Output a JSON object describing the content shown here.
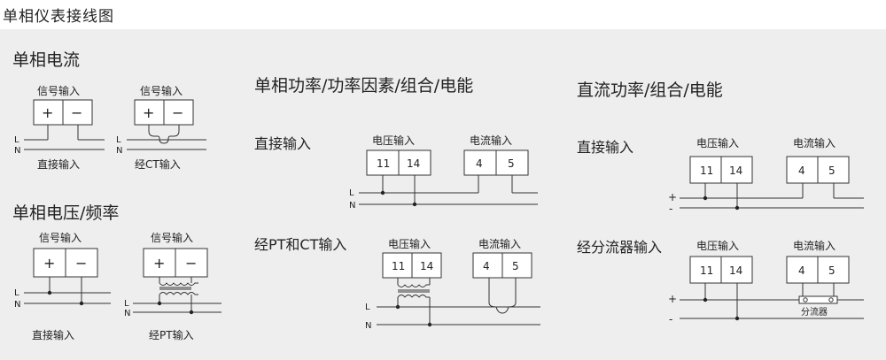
{
  "title": "单相仪表接线图",
  "single_current": {
    "title": "单相电流",
    "signal_input": "信号输入",
    "plus": "+",
    "minus": "−",
    "L": "L",
    "N": "N",
    "direct": "直接输入",
    "via_ct": "经CT输入"
  },
  "single_voltage": {
    "title": "单相电压/频率",
    "signal_input": "信号输入",
    "plus": "+",
    "minus": "−",
    "L": "L",
    "N": "N",
    "direct": "直接输入",
    "via_pt": "经PT输入"
  },
  "single_power": {
    "title": "单相功率/功率因素/组合/电能",
    "direct": "直接输入",
    "via_ptct": "经PT和CT输入",
    "voltage_input": "电压输入",
    "current_input": "电流输入",
    "t11": "11",
    "t14": "14",
    "t4": "4",
    "t5": "5",
    "L": "L",
    "N": "N"
  },
  "dc_power": {
    "title": "直流功率/组合/电能",
    "direct": "直接输入",
    "via_shunt": "经分流器输入",
    "voltage_input": "电压输入",
    "current_input": "电流输入",
    "t11": "11",
    "t14": "14",
    "t4": "4",
    "t5": "5",
    "plus": "+",
    "minus": "-",
    "shunt": "分流器"
  }
}
